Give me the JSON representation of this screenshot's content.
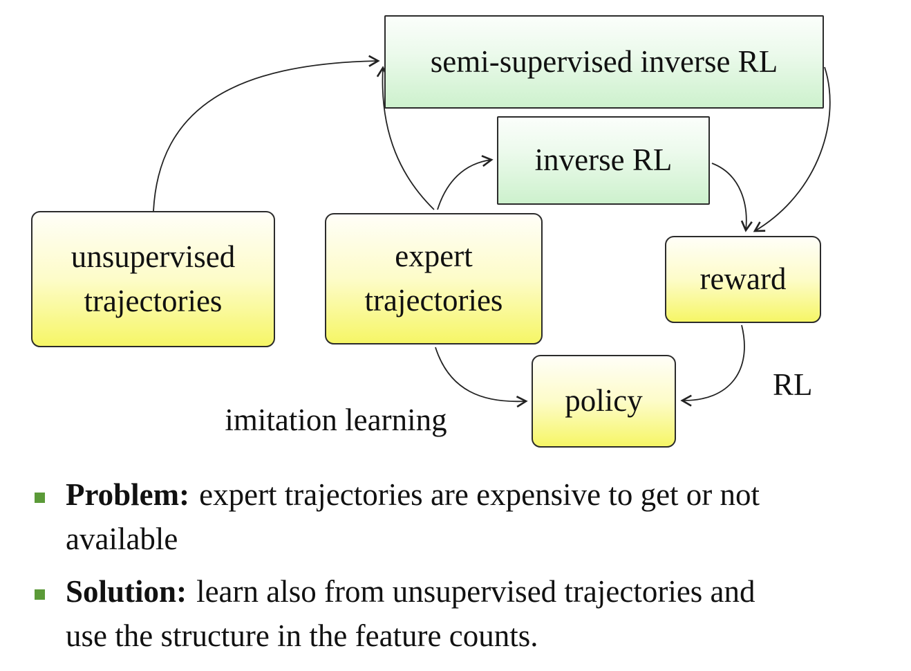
{
  "diagram": {
    "nodes": {
      "ssirl": {
        "label": "semi-supervised inverse RL"
      },
      "irl": {
        "label": "inverse RL"
      },
      "unsup": {
        "line1": "unsupervised",
        "line2": "trajectories"
      },
      "expert": {
        "line1": "expert",
        "line2": "trajectories"
      },
      "reward": {
        "label": "reward"
      },
      "policy": {
        "label": "policy"
      }
    },
    "edge_labels": {
      "imitation": "imitation learning",
      "rl": "RL"
    },
    "colors": {
      "green_box_top": "#fbfefb",
      "green_box_bottom": "#cdf1cd",
      "yellow_box_top": "#fffef8",
      "yellow_box_bottom": "#f6f666",
      "box_border": "#2b2b2b",
      "arrow": "#222222",
      "bullet_marker": "#5b9a38"
    }
  },
  "bullets": [
    {
      "lead": "Problem:",
      "line1": "expert trajectories are expensive to get or not",
      "line2": "available"
    },
    {
      "lead": "Solution:",
      "line1": "learn also from unsupervised trajectories and",
      "line2": "use the structure in the feature counts."
    }
  ]
}
